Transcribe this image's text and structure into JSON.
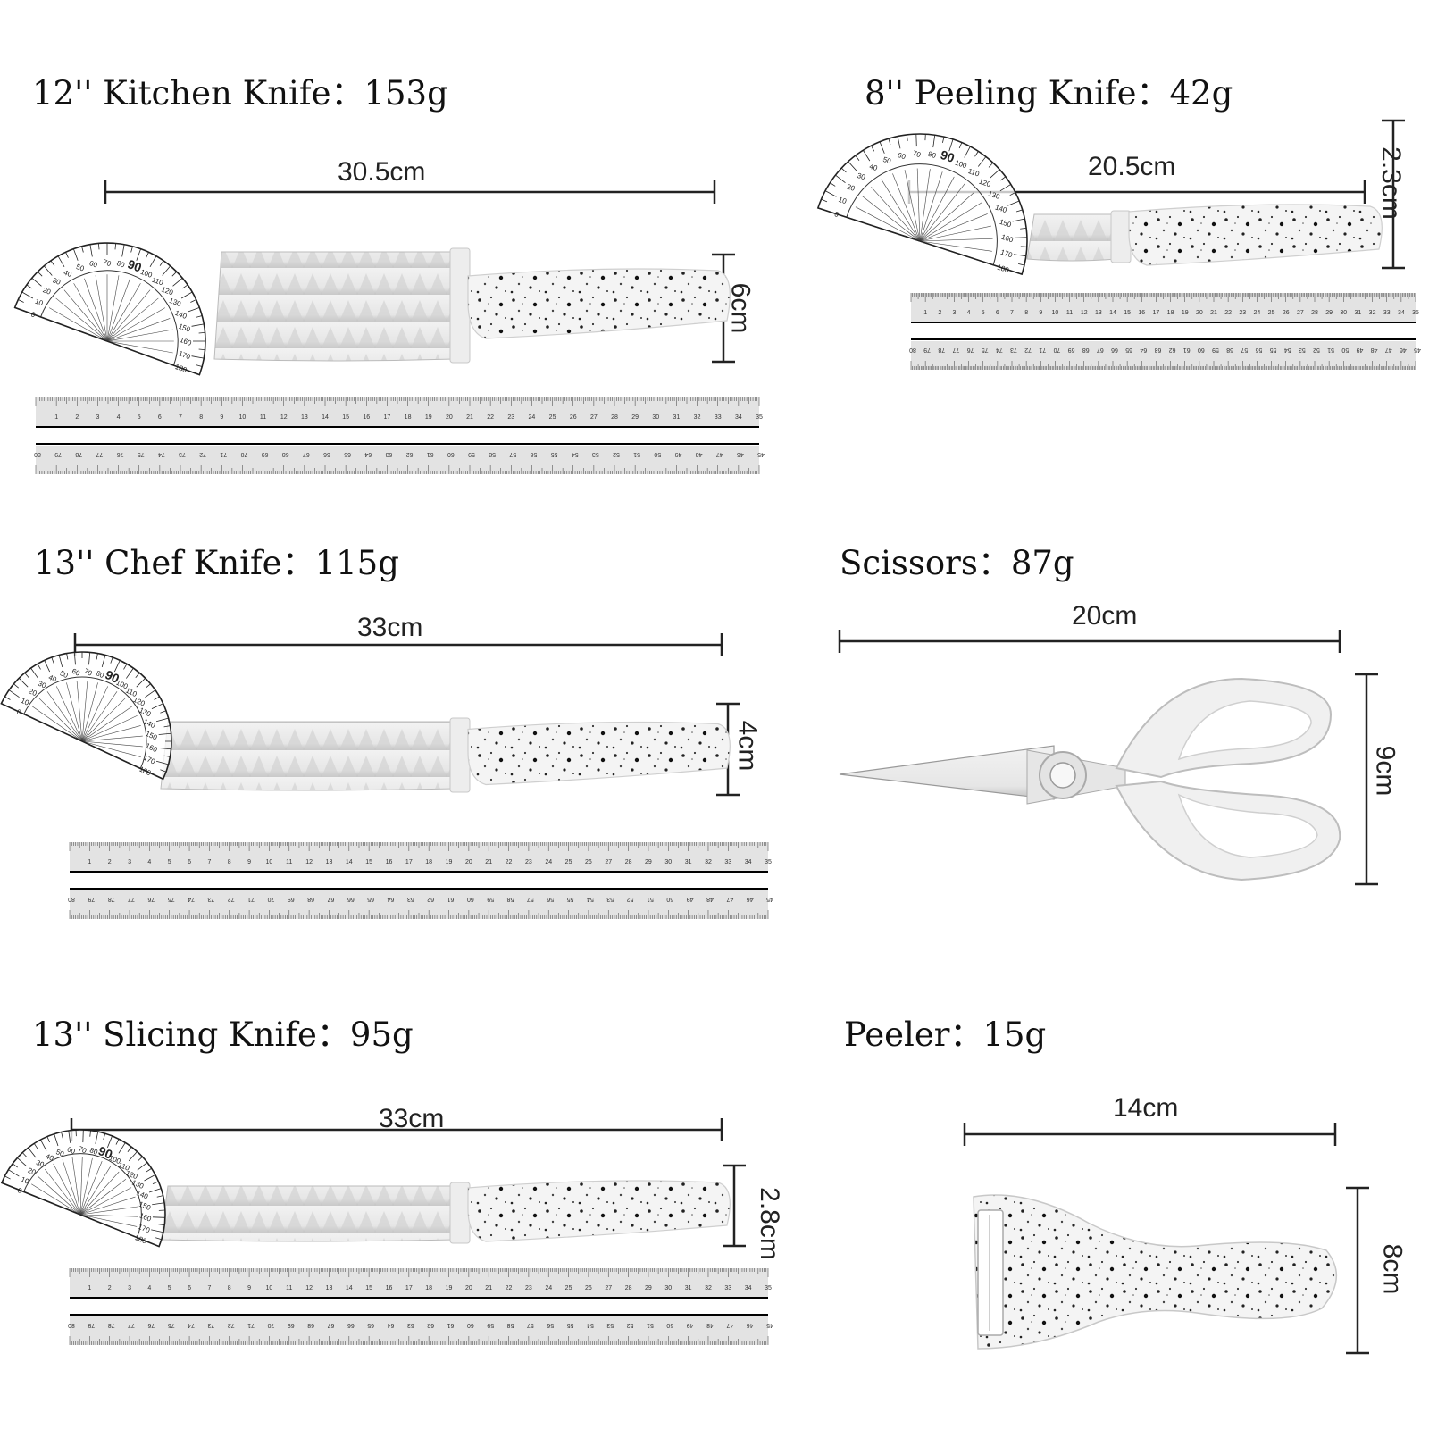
{
  "panels": {
    "kitchen_knife": {
      "title": "12'' Kitchen Knife：153g",
      "length": "30.5cm",
      "width": "6cm"
    },
    "peeling_knife": {
      "title": "8'' Peeling Knife：42g",
      "length": "20.5cm",
      "width": "2.3cm"
    },
    "chef_knife": {
      "title": "13'' Chef Knife：115g",
      "length": "33cm",
      "width": "4cm"
    },
    "scissors": {
      "title": "Scissors：87g",
      "length": "20cm",
      "width": "9cm"
    },
    "slicing_knife": {
      "title": "13'' Slicing Knife：95g",
      "length": "33cm",
      "width": "2.8cm"
    },
    "peeler": {
      "title": "Peeler：15g",
      "length": "14cm",
      "width": "8cm"
    }
  },
  "ruler": {
    "unit": "cm",
    "max": 35,
    "lower_start": 80,
    "lower_end": 45
  },
  "protractor": {
    "max_angle": 180,
    "mark": "90"
  },
  "colors": {
    "background": "#ffffff",
    "handle": "#f4f4f4",
    "speckle": "#222222",
    "blade": "#d9d9d9",
    "ruler": "#e3e3e3"
  }
}
